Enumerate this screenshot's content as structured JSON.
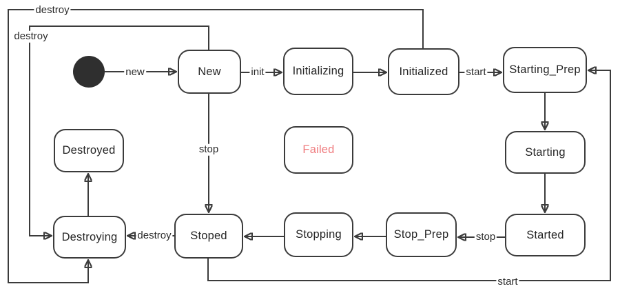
{
  "diagram": {
    "type": "state-machine-lifecycle",
    "colors": {
      "background": "#ffffff",
      "line": "#3b3b3b",
      "state_border": "#3b3b3b",
      "state_text": "#262626",
      "failed_text": "#ef7b7e",
      "initial_marker_fill": "#2f2f2f"
    },
    "states": {
      "initial": {
        "kind": "initial-marker"
      },
      "new": {
        "label": "New"
      },
      "initializing": {
        "label": "Initializing"
      },
      "initialized": {
        "label": "Initialized"
      },
      "starting_prep": {
        "label": "Starting_Prep"
      },
      "starting": {
        "label": "Starting"
      },
      "started": {
        "label": "Started"
      },
      "stop_prep": {
        "label": "Stop_Prep"
      },
      "stopping": {
        "label": "Stopping"
      },
      "stoped": {
        "label": "Stoped"
      },
      "destroying": {
        "label": "Destroying"
      },
      "destroyed": {
        "label": "Destroyed"
      },
      "failed": {
        "label": "Failed"
      }
    },
    "edges": {
      "initial_to_new": {
        "from": "initial",
        "to": "new",
        "label": "new"
      },
      "new_to_initializing": {
        "from": "new",
        "to": "initializing",
        "label": "init"
      },
      "initializing_to_initialized": {
        "from": "initializing",
        "to": "initialized",
        "label": ""
      },
      "initialized_to_starting_prep": {
        "from": "initialized",
        "to": "starting_prep",
        "label": "start"
      },
      "starting_prep_to_starting": {
        "from": "starting_prep",
        "to": "starting",
        "label": ""
      },
      "starting_to_started": {
        "from": "starting",
        "to": "started",
        "label": ""
      },
      "started_to_stop_prep": {
        "from": "started",
        "to": "stop_prep",
        "label": "stop"
      },
      "stop_prep_to_stopping": {
        "from": "stop_prep",
        "to": "stopping",
        "label": ""
      },
      "stopping_to_stoped": {
        "from": "stopping",
        "to": "stoped",
        "label": ""
      },
      "stoped_to_destroying": {
        "from": "stoped",
        "to": "destroying",
        "label": "destroy"
      },
      "destroying_to_destroyed": {
        "from": "destroying",
        "to": "destroyed",
        "label": ""
      },
      "new_to_stoped": {
        "from": "new",
        "to": "stoped",
        "label": "stop"
      },
      "new_to_destroying": {
        "from": "new",
        "to": "destroying",
        "label": "destroy"
      },
      "initialized_to_destroying": {
        "from": "initialized",
        "to": "destroying",
        "label": "destroy"
      },
      "stoped_to_starting_prep": {
        "from": "stoped",
        "to": "starting_prep",
        "label": "start"
      }
    }
  }
}
